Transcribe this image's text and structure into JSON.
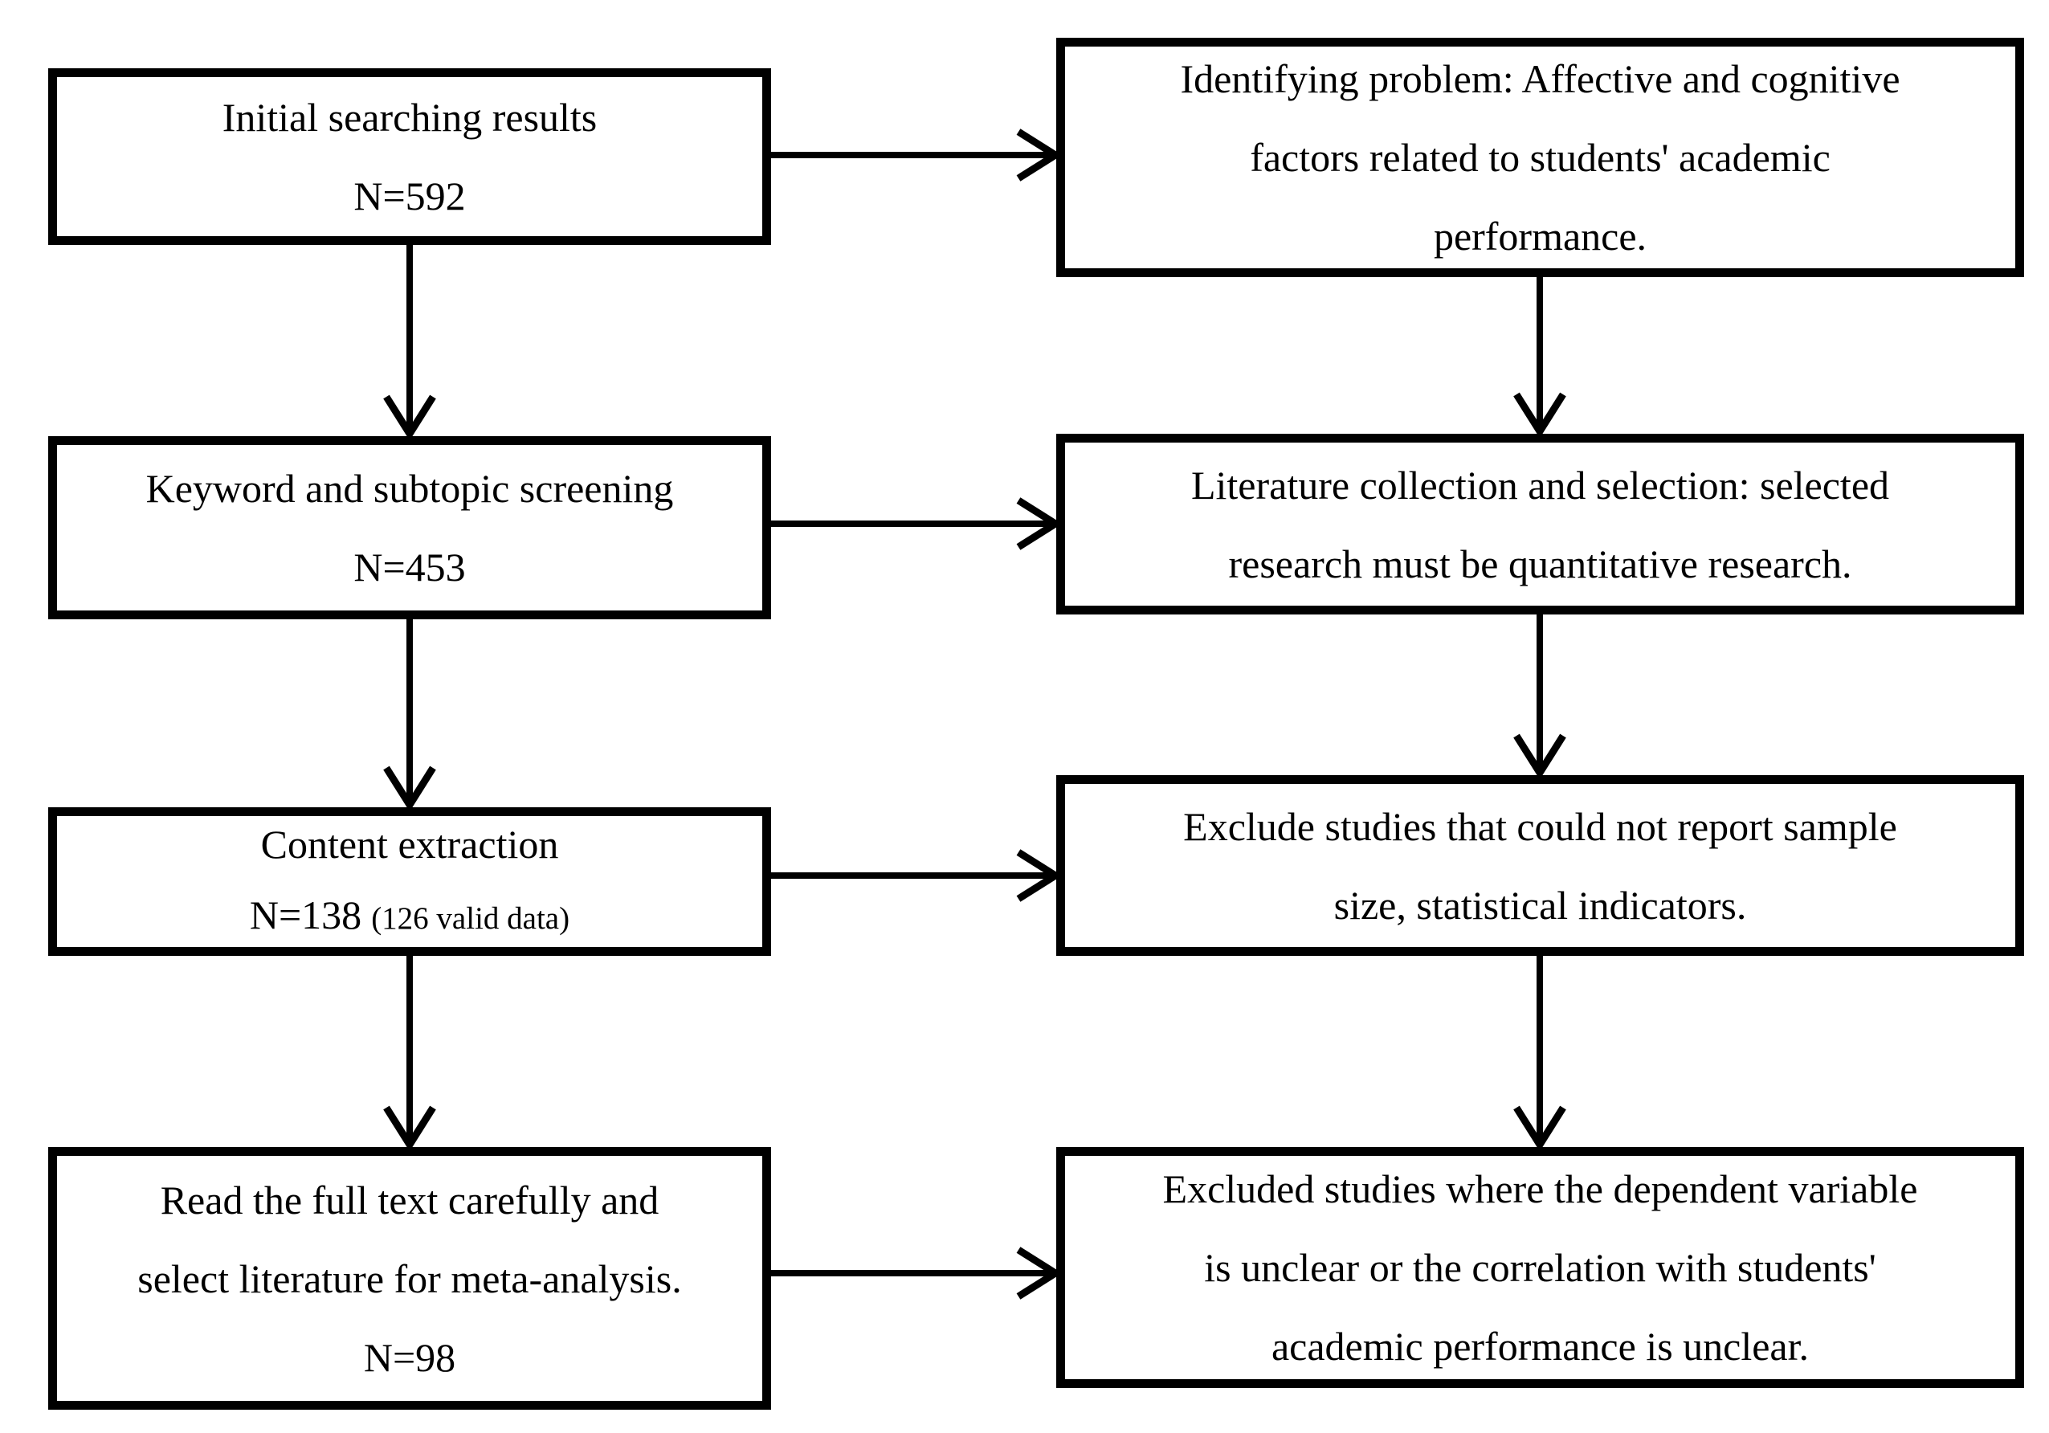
{
  "colors": {
    "background": "#ffffff",
    "box_border": "#000000",
    "box_fill": "#ffffff",
    "arrow": "#000000",
    "text": "#000000"
  },
  "flowchart": {
    "left_column": {
      "box1": {
        "line1": "Initial searching results",
        "line2": "N=592"
      },
      "box2": {
        "line1": "Keyword and subtopic screening",
        "line2": "N=453"
      },
      "box3": {
        "line1": "Content extraction",
        "count": "N=138",
        "note": "(126 valid data)"
      },
      "box4": {
        "line1": "Read the full text carefully and",
        "line2": "select literature for meta-analysis.",
        "line3": "N=98"
      }
    },
    "right_column": {
      "box1": {
        "line1": "Identifying problem: Affective and cognitive",
        "line2": "factors related to students' academic",
        "line3": "performance."
      },
      "box2": {
        "line1": "Literature collection and selection: selected",
        "line2": "research must be quantitative research."
      },
      "box3": {
        "line1": "Exclude studies that could not report sample",
        "line2": "size, statistical indicators."
      },
      "box4": {
        "line1": "Excluded studies where the dependent variable",
        "line2": "is unclear or the correlation with students'",
        "line3": "academic performance is unclear."
      }
    }
  }
}
